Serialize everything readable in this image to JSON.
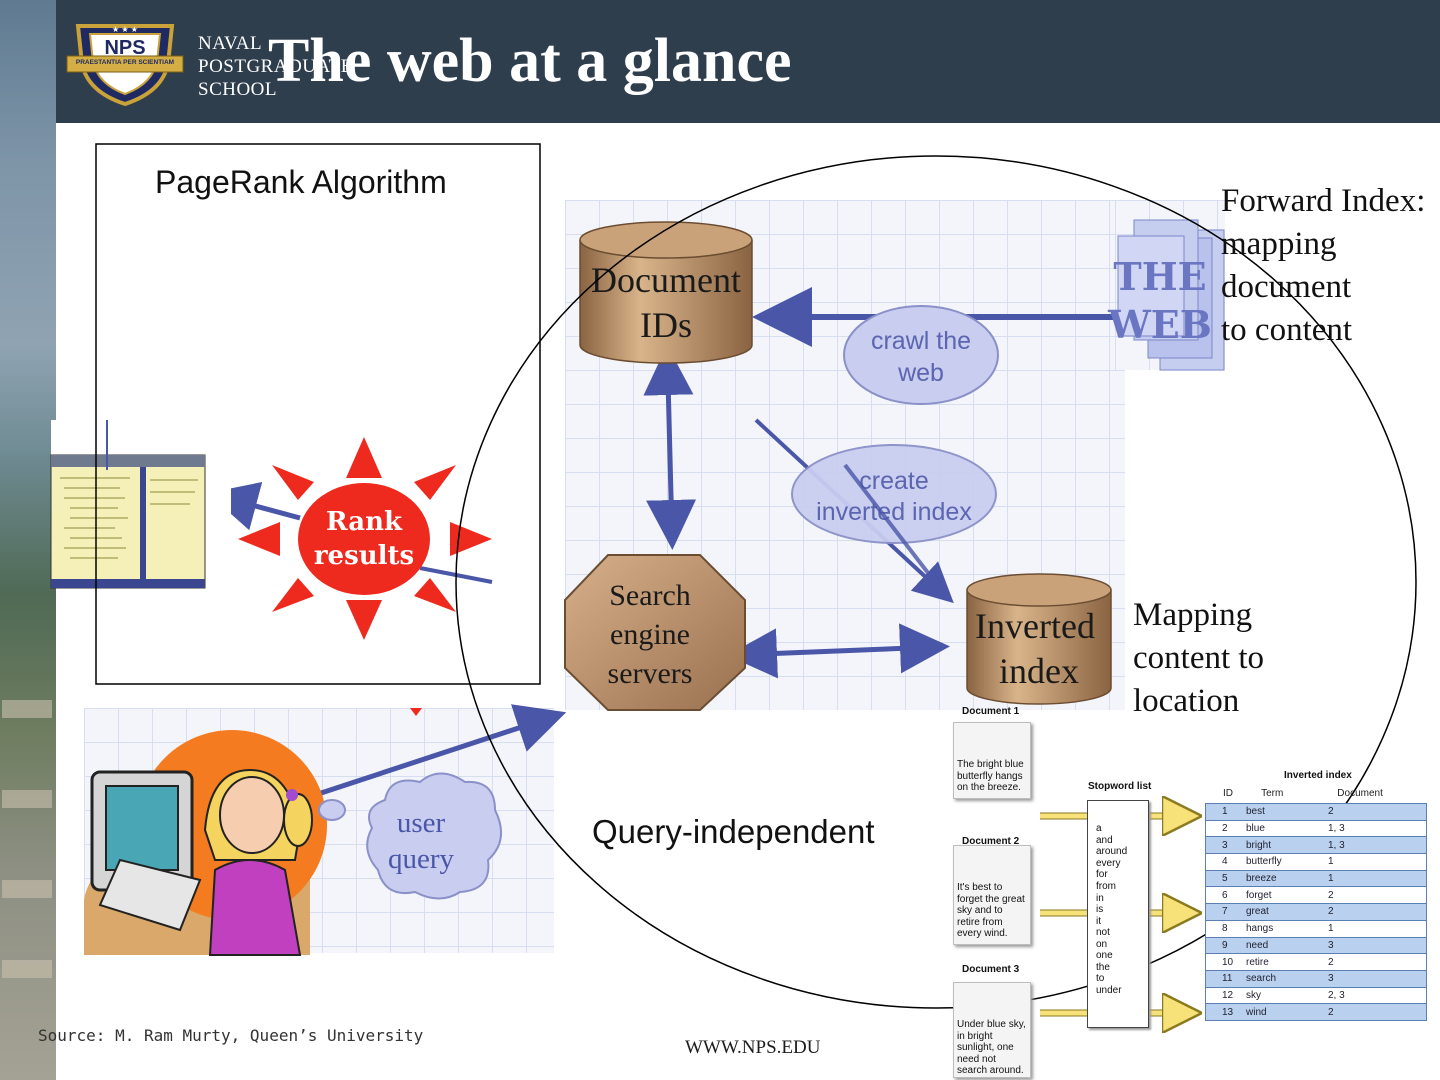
{
  "slide": {
    "title": "The web at a glance",
    "school_lines": [
      "NAVAL",
      "POSTGRADUATE",
      "SCHOOL"
    ],
    "seal_text": "NPS",
    "seal_motto": "PRAESTANTIA PER SCIENTIAM",
    "footer_url": "WWW.NPS.EDU",
    "source": "Source: M. Ram Murty, Queen’s University"
  },
  "annotations": {
    "pagerank": "PageRank Algorithm",
    "query_independent": "Query-independent",
    "forward_index": "Forward Index:\nmapping\ndocument\nto content",
    "mapping": "Mapping\ncontent to\nlocation"
  },
  "diagram": {
    "document_ids_line1": "Document",
    "document_ids_line2": "IDs",
    "crawl_line1": "crawl the",
    "crawl_line2": "web",
    "the_web_line1": "THE",
    "the_web_line2": "WEB",
    "create_index_line1": "create",
    "create_index_line2": "inverted index",
    "search_line1": "Search",
    "search_line2": "engine",
    "search_line3": "servers",
    "inverted_line1": "Inverted",
    "inverted_line2": "index",
    "rank_line1": "Rank",
    "rank_line2": "results",
    "user_query_line1": "user",
    "user_query_line2": "query"
  },
  "inverted_index_figure": {
    "doc1_title": "Document 1",
    "doc1_text": "The bright blue butterfly hangs on the breeze.",
    "doc2_title": "Document 2",
    "doc2_text": "It's best to forget the great sky and to retire from every wind.",
    "doc3_title": "Document 3",
    "doc3_text": "Under blue sky, in bright sunlight, one need not search around.",
    "stopword_title": "Stopword list",
    "stopwords": [
      "a",
      "and",
      "around",
      "every",
      "for",
      "from",
      "in",
      "is",
      "it",
      "not",
      "on",
      "one",
      "the",
      "to",
      "under"
    ],
    "table_title": "Inverted index",
    "columns": [
      "ID",
      "Term",
      "Document"
    ],
    "rows": [
      [
        "1",
        "best",
        "2"
      ],
      [
        "2",
        "blue",
        "1, 3"
      ],
      [
        "3",
        "bright",
        "1, 3"
      ],
      [
        "4",
        "butterfly",
        "1"
      ],
      [
        "5",
        "breeze",
        "1"
      ],
      [
        "6",
        "forget",
        "2"
      ],
      [
        "7",
        "great",
        "2"
      ],
      [
        "8",
        "hangs",
        "1"
      ],
      [
        "9",
        "need",
        "3"
      ],
      [
        "10",
        "retire",
        "2"
      ],
      [
        "11",
        "search",
        "3"
      ],
      [
        "12",
        "sky",
        "2, 3"
      ],
      [
        "13",
        "wind",
        "2"
      ]
    ]
  },
  "colors": {
    "header_bg": "#2f3e4d",
    "arrow": "#4a56a8",
    "bubble_fill": "#c9cdf0",
    "bubble_stroke": "#8a90c8",
    "cylinder": "#b08a63",
    "sun": "#ee2a1f"
  }
}
